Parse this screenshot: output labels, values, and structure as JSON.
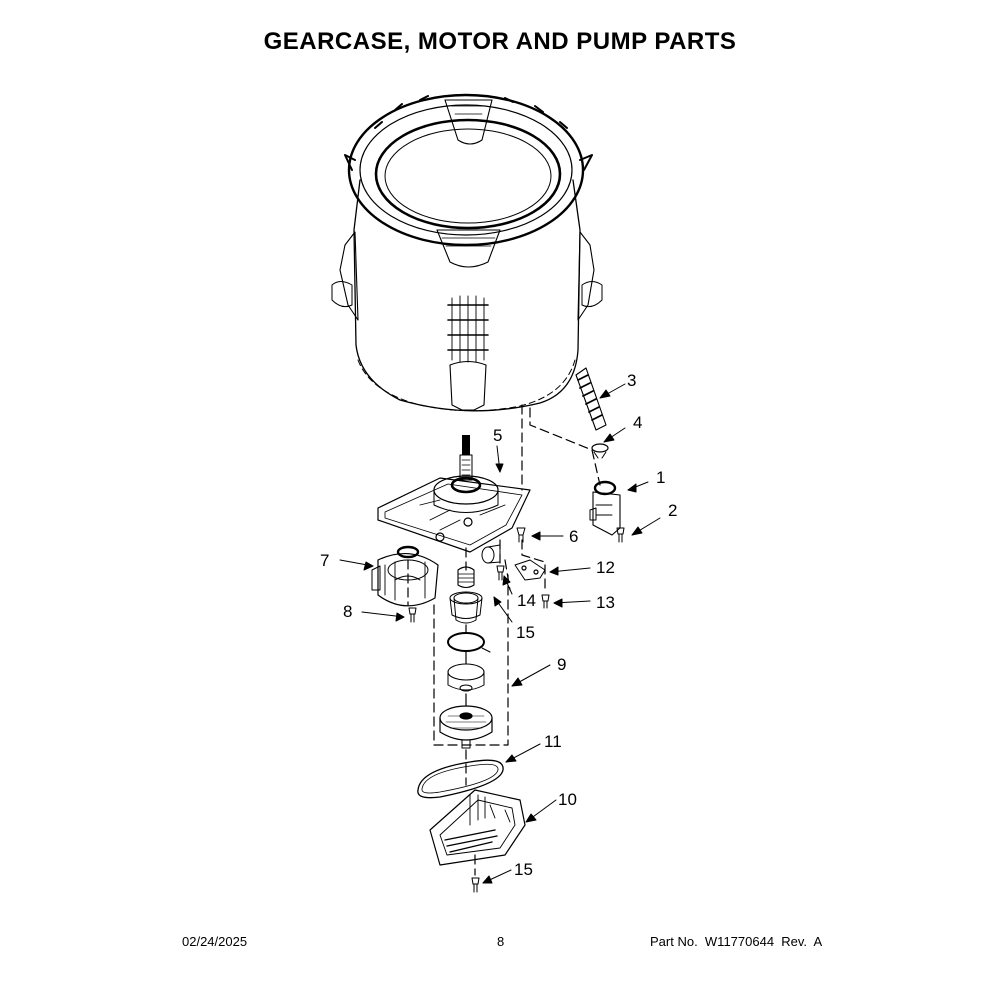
{
  "page": {
    "title": "GEARCASE, MOTOR AND PUMP PARTS",
    "date": "02/24/2025",
    "page_number": "8",
    "part_number": "Part No.  W11770644  Rev.  A"
  },
  "callouts": [
    "1",
    "2",
    "3",
    "4",
    "5",
    "6",
    "7",
    "8",
    "9",
    "10",
    "11",
    "12",
    "13",
    "14",
    "15",
    "15"
  ]
}
